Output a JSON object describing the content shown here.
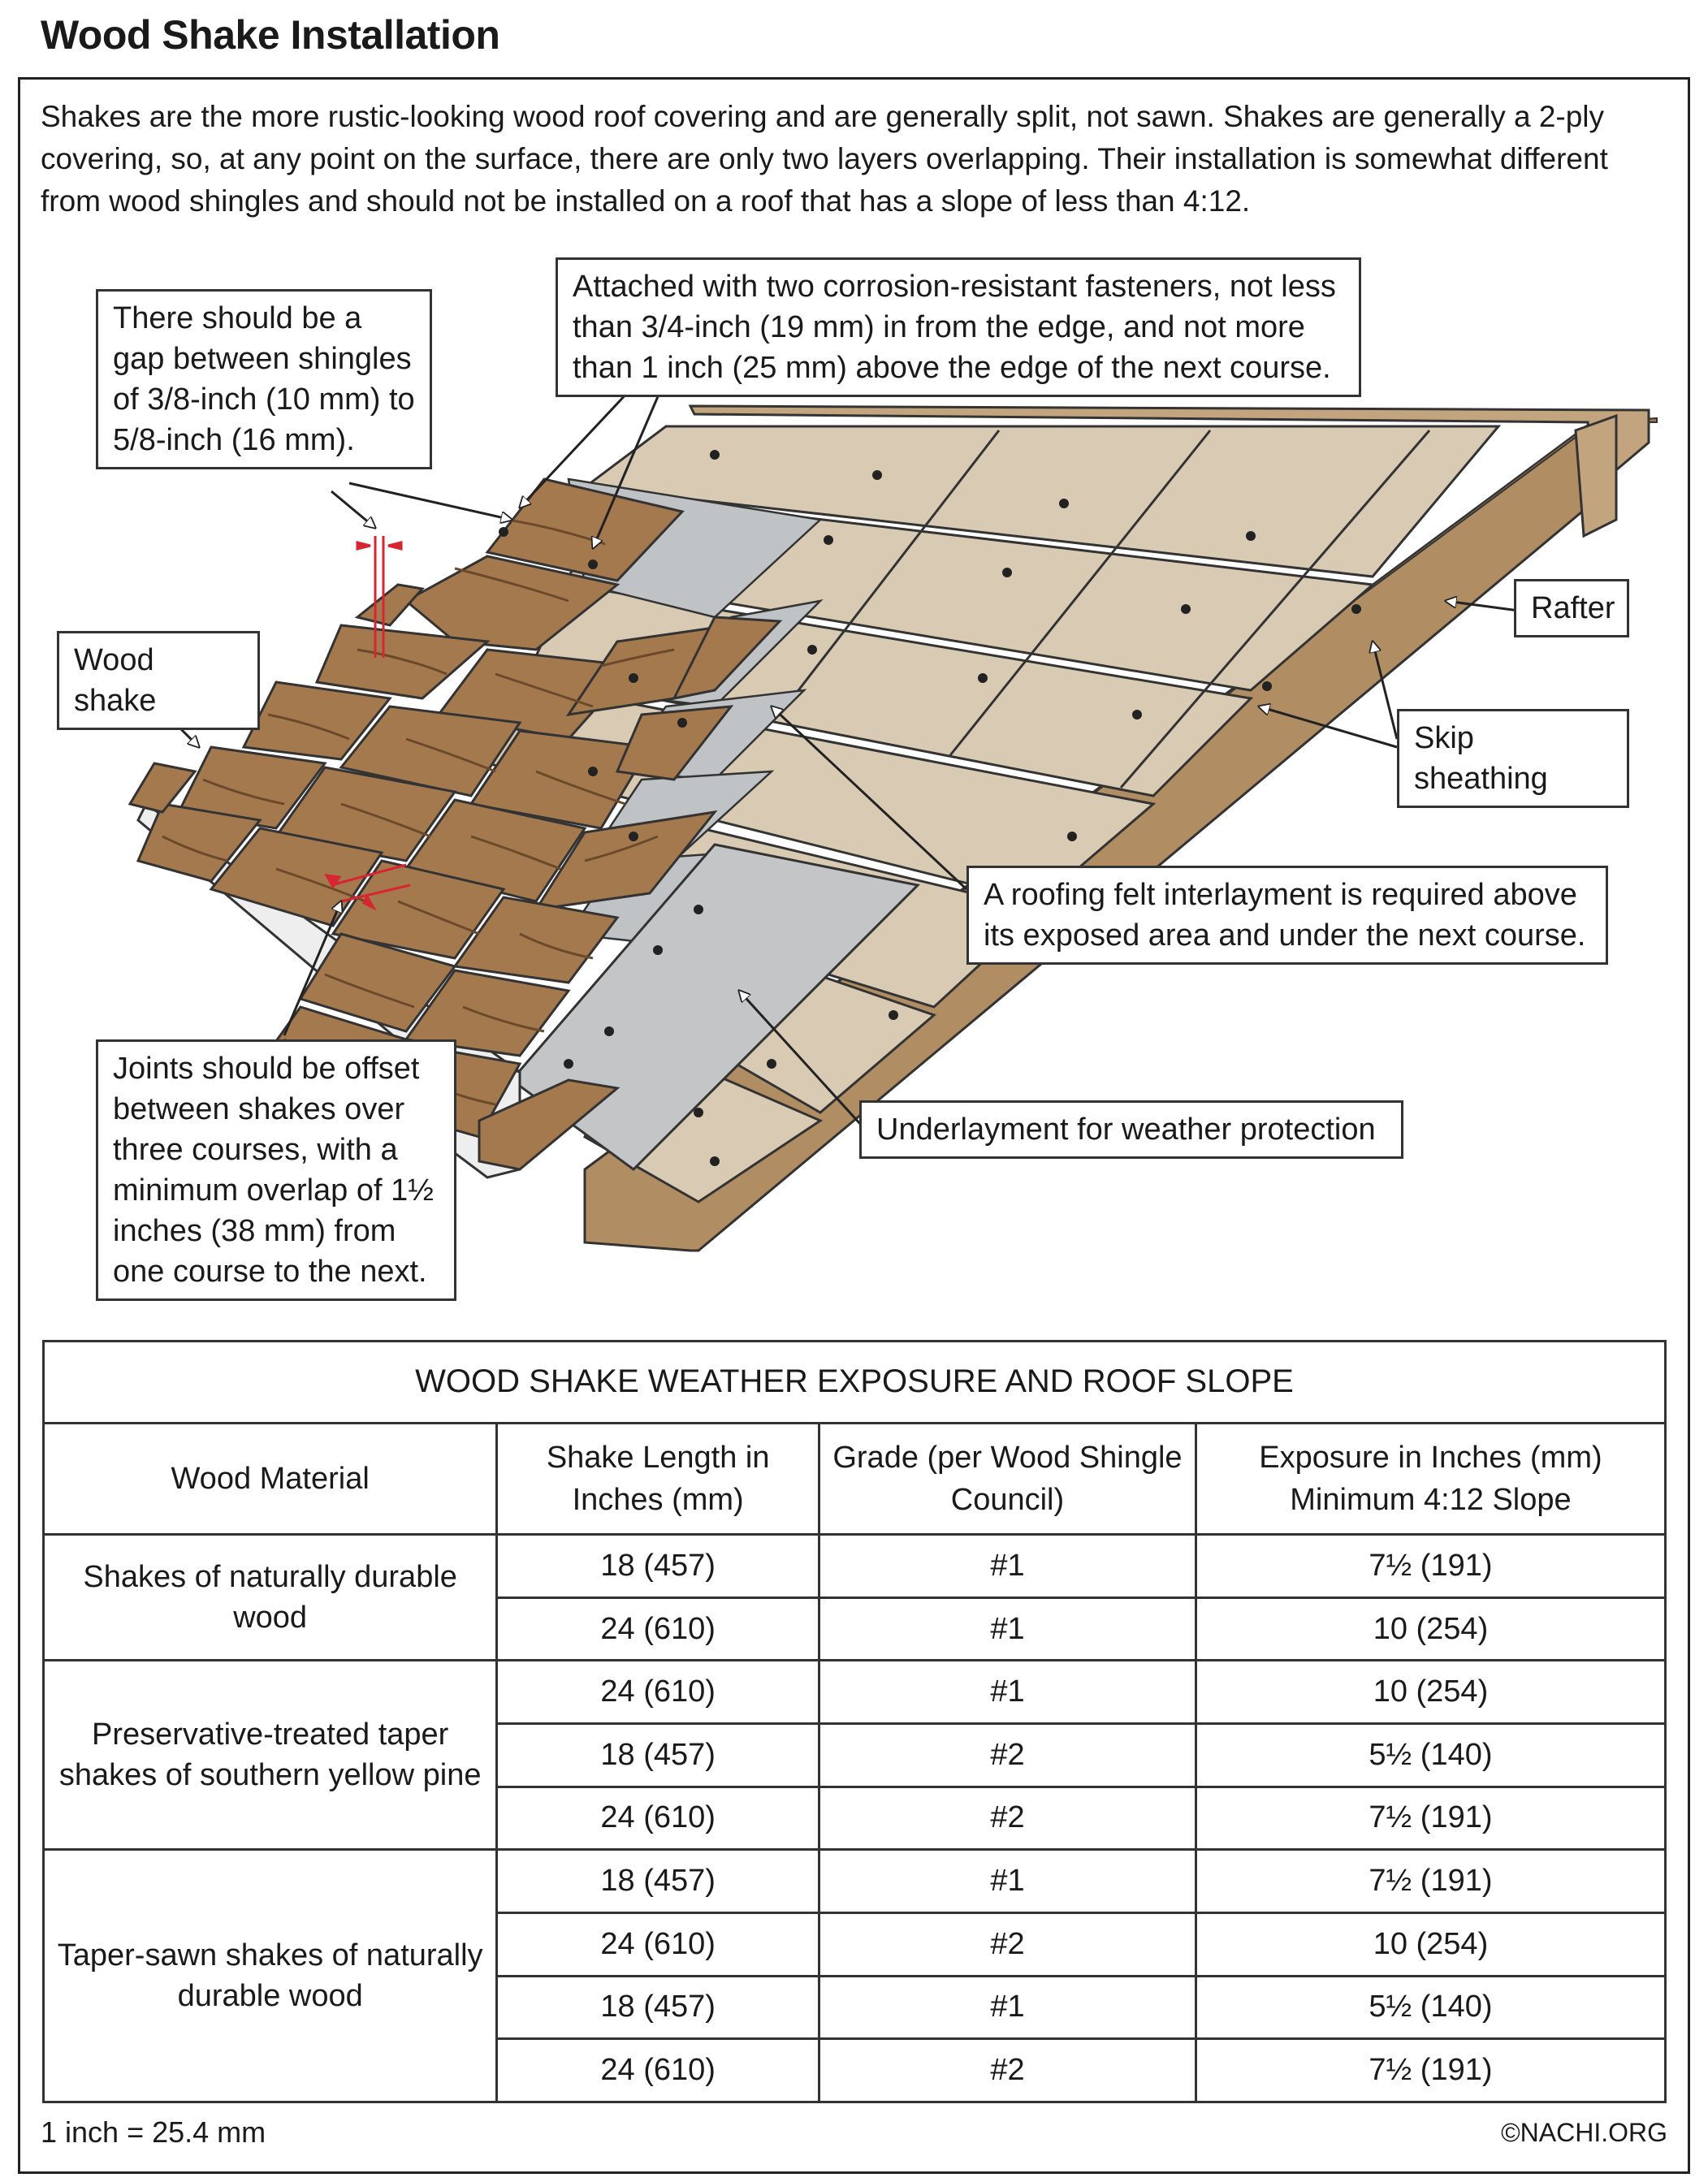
{
  "title": "Wood Shake Installation",
  "intro": "Shakes are the more rustic-looking wood roof covering and are generally split, not sawn. Shakes are generally a 2-ply covering, so, at any point on the surface, there are only two layers overlapping. Their installation is somewhat different from wood shingles and should not be installed on a roof that has a slope of less than 4:12.",
  "callouts": {
    "gap": "There should be a gap between shingles of 3/8-inch (10 mm) to 5/8-inch (16 mm).",
    "fasteners": "Attached with two corrosion-resistant fasteners, not less than 3/4-inch (19 mm) in from the edge, and not more than 1 inch (25 mm) above the edge of the next course.",
    "wood_shake": "Wood shake",
    "rafter": "Rafter",
    "skip_sheathing": "Skip sheathing",
    "felt": "A roofing felt interlayment is required above its exposed area and under the next course.",
    "underlayment": "Underlayment for weather protection",
    "joints": "Joints should be offset between shakes over three courses, with a minimum overlap of 1½ inches (38 mm) from one course to the next."
  },
  "table": {
    "caption": "WOOD SHAKE WEATHER EXPOSURE AND ROOF SLOPE",
    "headers": [
      "Wood Material",
      "Shake Length in Inches (mm)",
      "Grade (per Wood Shingle Council)",
      "Exposure in Inches (mm) Minimum 4:12 Slope"
    ],
    "groups": [
      {
        "material": "Shakes of naturally durable wood",
        "rows": [
          [
            "18 (457)",
            "#1",
            "7½ (191)"
          ],
          [
            "24 (610)",
            "#1",
            "10 (254)"
          ]
        ]
      },
      {
        "material": "Preservative-treated taper shakes of southern yellow pine",
        "rows": [
          [
            "24 (610)",
            "#1",
            "10 (254)"
          ],
          [
            "18 (457)",
            "#2",
            "5½ (140)"
          ],
          [
            "24 (610)",
            "#2",
            "7½ (191)"
          ]
        ]
      },
      {
        "material": "Taper-sawn shakes of naturally durable wood",
        "rows": [
          [
            "18 (457)",
            "#1",
            "7½ (191)"
          ],
          [
            "24 (610)",
            "#2",
            "10 (254)"
          ],
          [
            "18 (457)",
            "#1",
            "5½ (140)"
          ],
          [
            "24 (610)",
            "#2",
            "7½ (191)"
          ]
        ]
      }
    ]
  },
  "footer": {
    "conversion": "1 inch = 25.4 mm",
    "copyright": "©NACHI.ORG"
  },
  "colors": {
    "wood": "#a4794e",
    "wood_dark": "#6b4a2c",
    "sheathing": "#d9cbb3",
    "rafter": "#c2a57f",
    "felt": "#c0c3c6",
    "red": "#d62631"
  }
}
